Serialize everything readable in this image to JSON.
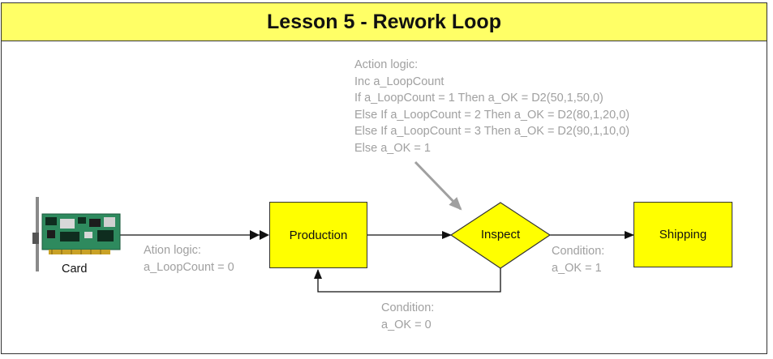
{
  "title": "Lesson 5 - Rework Loop",
  "action_logic": {
    "lines": [
      "Action logic:",
      "Inc a_LoopCount",
      "If a_LoopCount = 1 Then a_OK = D2(50,1,50,0)",
      "Else If a_LoopCount = 2 Then a_OK = D2(80,1,20,0)",
      "Else If a_LoopCount = 3 Then a_OK = D2(90,1,10,0)",
      "Else a_OK = 1"
    ]
  },
  "card": {
    "label": "Card",
    "icon": "network-card-icon"
  },
  "ation_logic": {
    "line1": "Ation logic:",
    "line2": "a_LoopCount = 0"
  },
  "nodes": {
    "production": "Production",
    "inspect": "Inspect",
    "shipping": "Shipping"
  },
  "condition_ship": {
    "line1": "Condition:",
    "line2": "a_OK = 1"
  },
  "condition_loop": {
    "line1": "Condition:",
    "line2": "a_OK = 0"
  },
  "colors": {
    "title_bg": "#ffff66",
    "node_fill": "#ffff00",
    "annotation_text": "#a0a0a0"
  }
}
